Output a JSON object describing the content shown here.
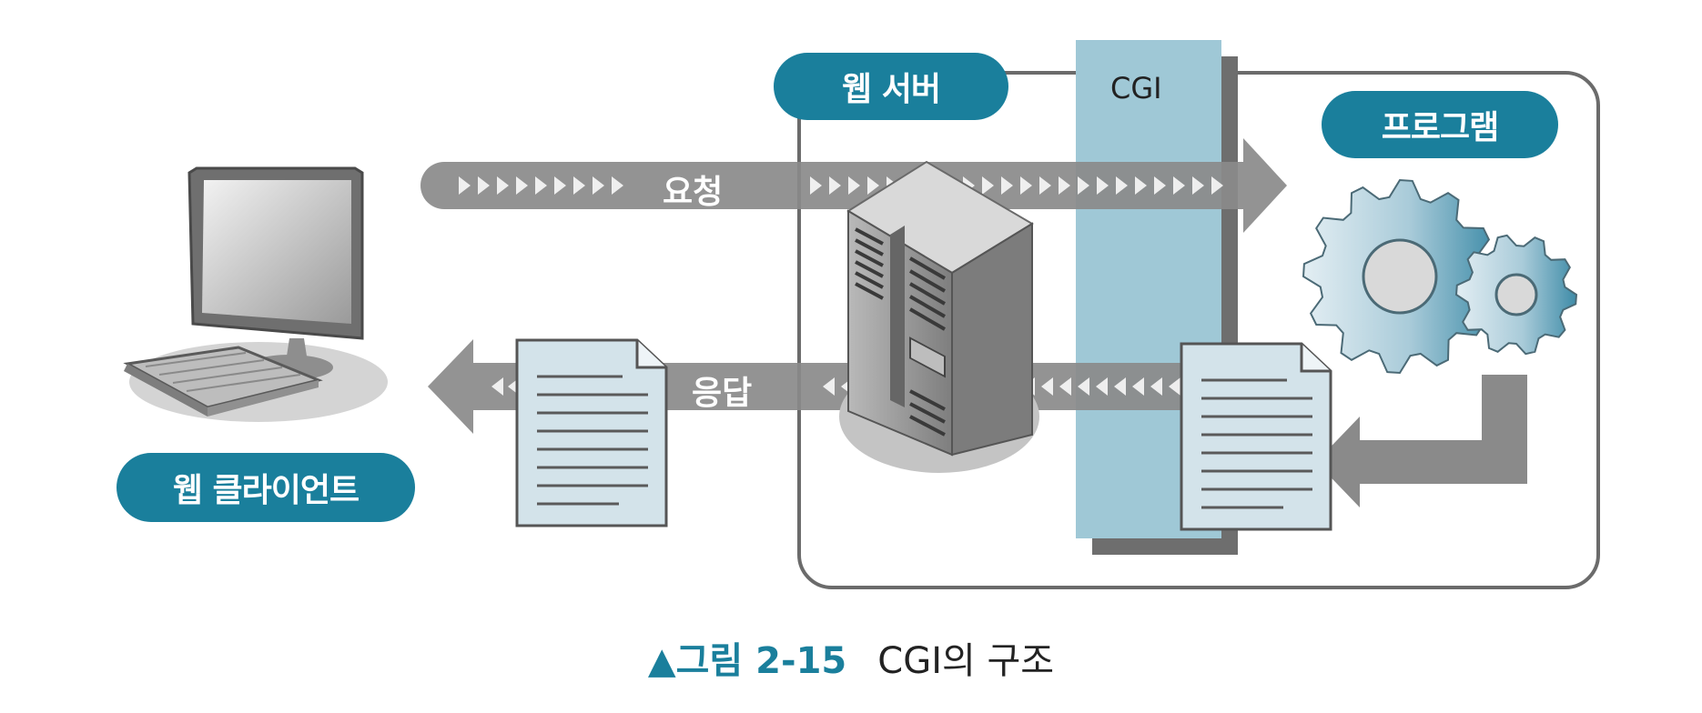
{
  "labels": {
    "web_server": "웹 서버",
    "cgi": "CGI",
    "program": "프로그램",
    "web_client": "웹 클라이언트",
    "request": "요청",
    "response": "응답"
  },
  "caption": {
    "figure": "▲그림 2-15",
    "title": "CGI의 구조"
  },
  "colors": {
    "accent": "#1a7f9c",
    "cgi_band": "#9fc8d6",
    "arrow": "#8a8a8a",
    "outline": "#6b6b6b"
  },
  "icons": [
    "computer-icon",
    "server-icon",
    "gears-icon",
    "document-icon"
  ]
}
